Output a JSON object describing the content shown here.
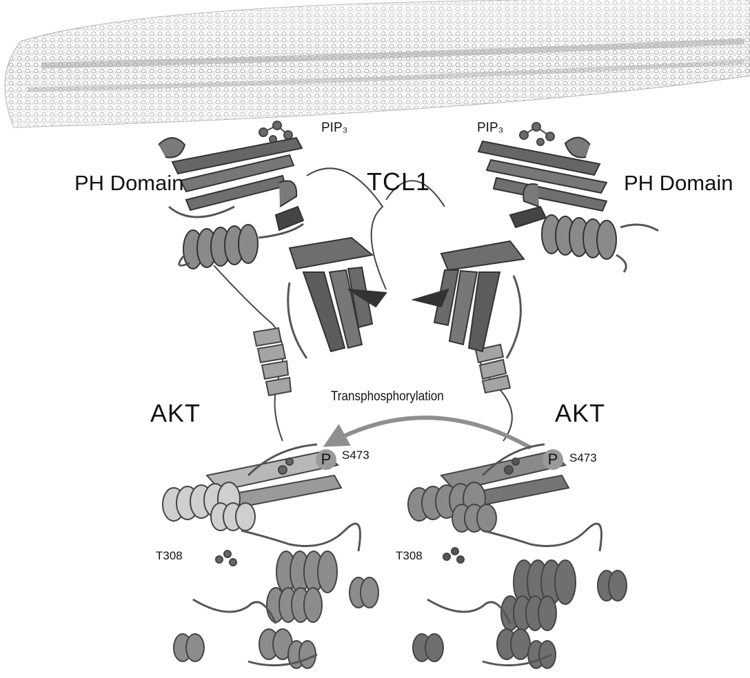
{
  "labels": {
    "pip3_left": "PIP₃",
    "pip3_right": "PIP₃",
    "ph_left": "PH Domain",
    "ph_right": "PH Domain",
    "tcl1": "TCL1",
    "akt_left": "AKT",
    "akt_right": "AKT",
    "transphos": "Transphosphorylation",
    "s473_left": "S473",
    "s473_right": "S473",
    "p_left": "P",
    "p_right": "P",
    "t308_left": "T308",
    "t308_right": "T308"
  },
  "colors": {
    "membrane": "#b9b9b9",
    "protein_dark": "#5e5e5e",
    "protein_mid": "#8a8a8a",
    "protein_light": "#bdbdbd",
    "arrow": "#8f8f8f",
    "text": "#111111"
  }
}
